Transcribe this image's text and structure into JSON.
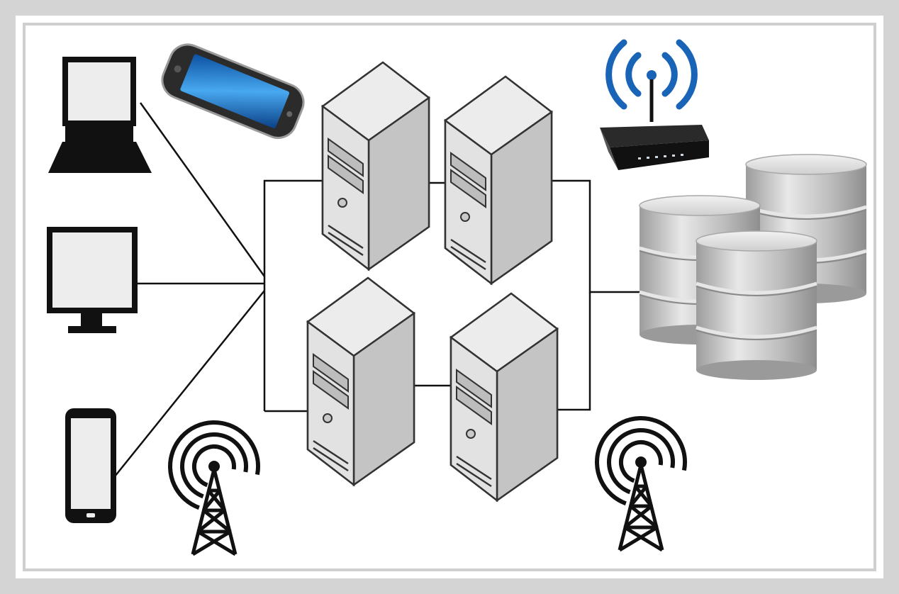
{
  "diagram": {
    "nodes": [
      {
        "id": "laptop",
        "icon": "laptop-icon"
      },
      {
        "id": "smartphone",
        "icon": "smartphone-icon"
      },
      {
        "id": "monitor",
        "icon": "desktop-monitor-icon"
      },
      {
        "id": "tablet",
        "icon": "tablet-icon"
      },
      {
        "id": "tower-left",
        "icon": "cell-tower-icon"
      },
      {
        "id": "server-1",
        "icon": "server-icon"
      },
      {
        "id": "server-2",
        "icon": "server-icon"
      },
      {
        "id": "server-3",
        "icon": "server-icon"
      },
      {
        "id": "server-4",
        "icon": "server-icon"
      },
      {
        "id": "router",
        "icon": "wifi-router-icon"
      },
      {
        "id": "databases",
        "icon": "database-stack-icon"
      },
      {
        "id": "tower-right",
        "icon": "cell-tower-icon"
      }
    ],
    "edges": [
      [
        "laptop",
        "hub"
      ],
      [
        "monitor",
        "hub"
      ],
      [
        "tablet",
        "hub"
      ],
      [
        "hub",
        "server-1"
      ],
      [
        "hub",
        "server-3"
      ],
      [
        "server-1",
        "server-2"
      ],
      [
        "server-3",
        "server-4"
      ],
      [
        "server-2",
        "databases"
      ],
      [
        "server-4",
        "databases"
      ]
    ],
    "colors": {
      "line": "#111111",
      "server_fill": "#e3e3e3",
      "server_side": "#c9c9c9",
      "wifi_blue": "#1a64b8",
      "db_fill": "#c8c8c8",
      "frame": "#d4d4d4"
    }
  }
}
